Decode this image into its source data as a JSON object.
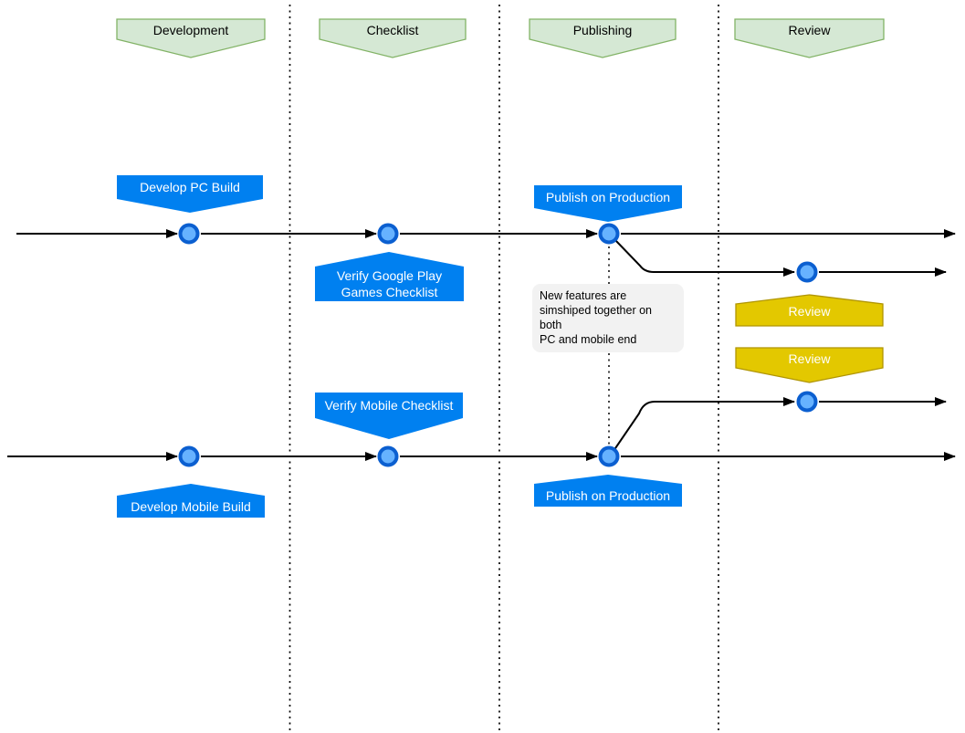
{
  "phases": [
    {
      "label": "Development"
    },
    {
      "label": "Checklist"
    },
    {
      "label": "Publishing"
    },
    {
      "label": "Review"
    }
  ],
  "pc_lane": {
    "milestones": [
      {
        "label": "Develop PC Build"
      },
      {
        "label": "Verify Google Play Games Checklist"
      },
      {
        "label": "Publish on Production"
      },
      {
        "label": "Review"
      }
    ]
  },
  "mobile_lane": {
    "milestones": [
      {
        "label": "Develop Mobile Build"
      },
      {
        "label": "Verify Mobile Checklist"
      },
      {
        "label": "Publish on Production"
      },
      {
        "label": "Review"
      }
    ]
  },
  "note": {
    "lines": [
      "New features are",
      "simshiped together on both",
      "PC and mobile end"
    ]
  },
  "colors": {
    "phase_fill": "#d5e8d4",
    "phase_stroke": "#82b366",
    "milestone_fill": "#0080f0",
    "review_fill": "#e3c800",
    "review_stroke": "#b09500",
    "node_fill": "#66b2ff",
    "node_stroke": "#0b5fd0",
    "note_fill": "#f2f2f2",
    "line": "#000000"
  }
}
